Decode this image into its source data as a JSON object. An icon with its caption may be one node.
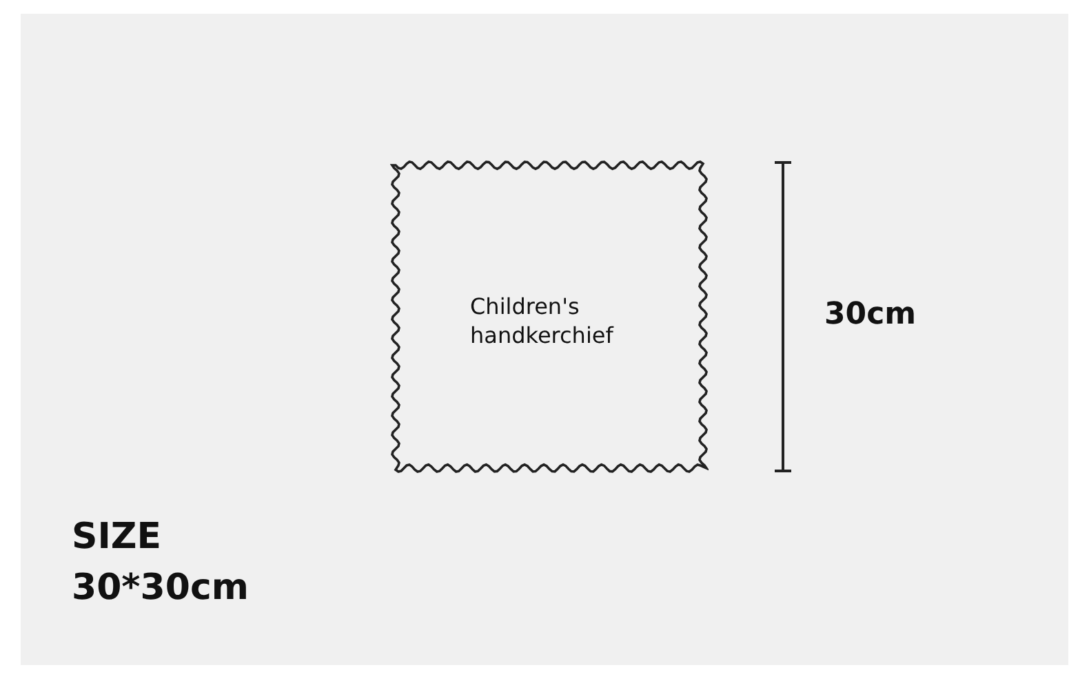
{
  "diagram": {
    "nodes": [
      {
        "text": [
          "Children's handkerchief"
        ]
      }
    ],
    "edges": [],
    "labels": [
      "30cm",
      "SIZE",
      "30*30cm"
    ]
  }
}
